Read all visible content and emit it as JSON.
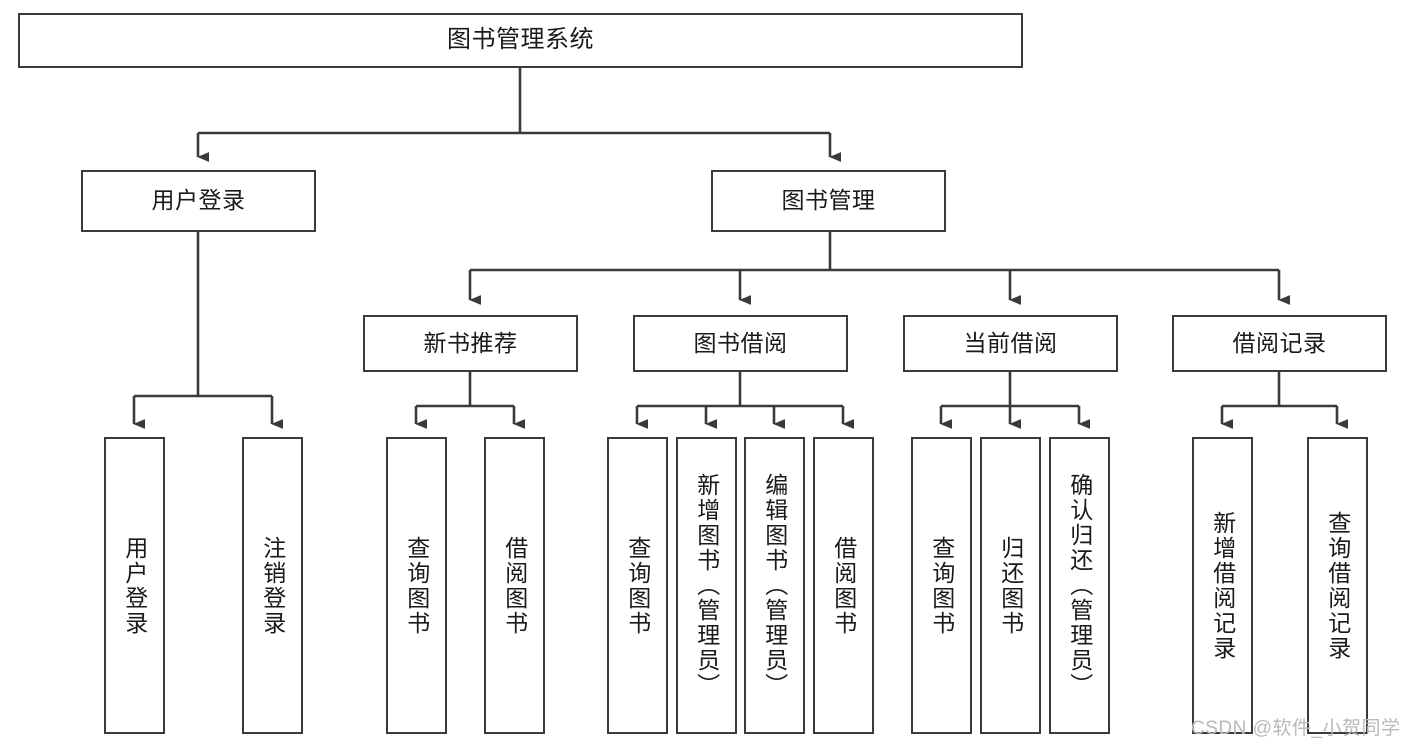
{
  "diagram": {
    "title": "图书管理系统",
    "watermark": "CSDN @软件_小贺同学",
    "stroke_color": "#3a3a3a",
    "background_color": "#ffffff",
    "text_color": "#1a1a1a",
    "watermark_color": "#b9b9b9"
  },
  "nodes": {
    "root": {
      "label": "图书管理系统"
    },
    "level2": [
      {
        "label": "用户登录"
      },
      {
        "label": "图书管理"
      }
    ],
    "level3": [
      {
        "label": "新书推荐"
      },
      {
        "label": "图书借阅"
      },
      {
        "label": "当前借阅"
      },
      {
        "label": "借阅记录"
      }
    ],
    "leaves": {
      "user_login": [
        {
          "label": "用户登录"
        },
        {
          "label": "注销登录"
        }
      ],
      "new_book_recommend": [
        {
          "label": "查询图书"
        },
        {
          "label": "借阅图书"
        }
      ],
      "book_borrow": [
        {
          "label": "查询图书"
        },
        {
          "label": "新增图书（管理员）"
        },
        {
          "label": "编辑图书（管理员）"
        },
        {
          "label": "借阅图书"
        }
      ],
      "current_borrow": [
        {
          "label": "查询图书"
        },
        {
          "label": "归还图书"
        },
        {
          "label": "确认归还（管理员）"
        }
      ],
      "borrow_record": [
        {
          "label": "新增借阅记录"
        },
        {
          "label": "查询借阅记录"
        }
      ]
    }
  }
}
